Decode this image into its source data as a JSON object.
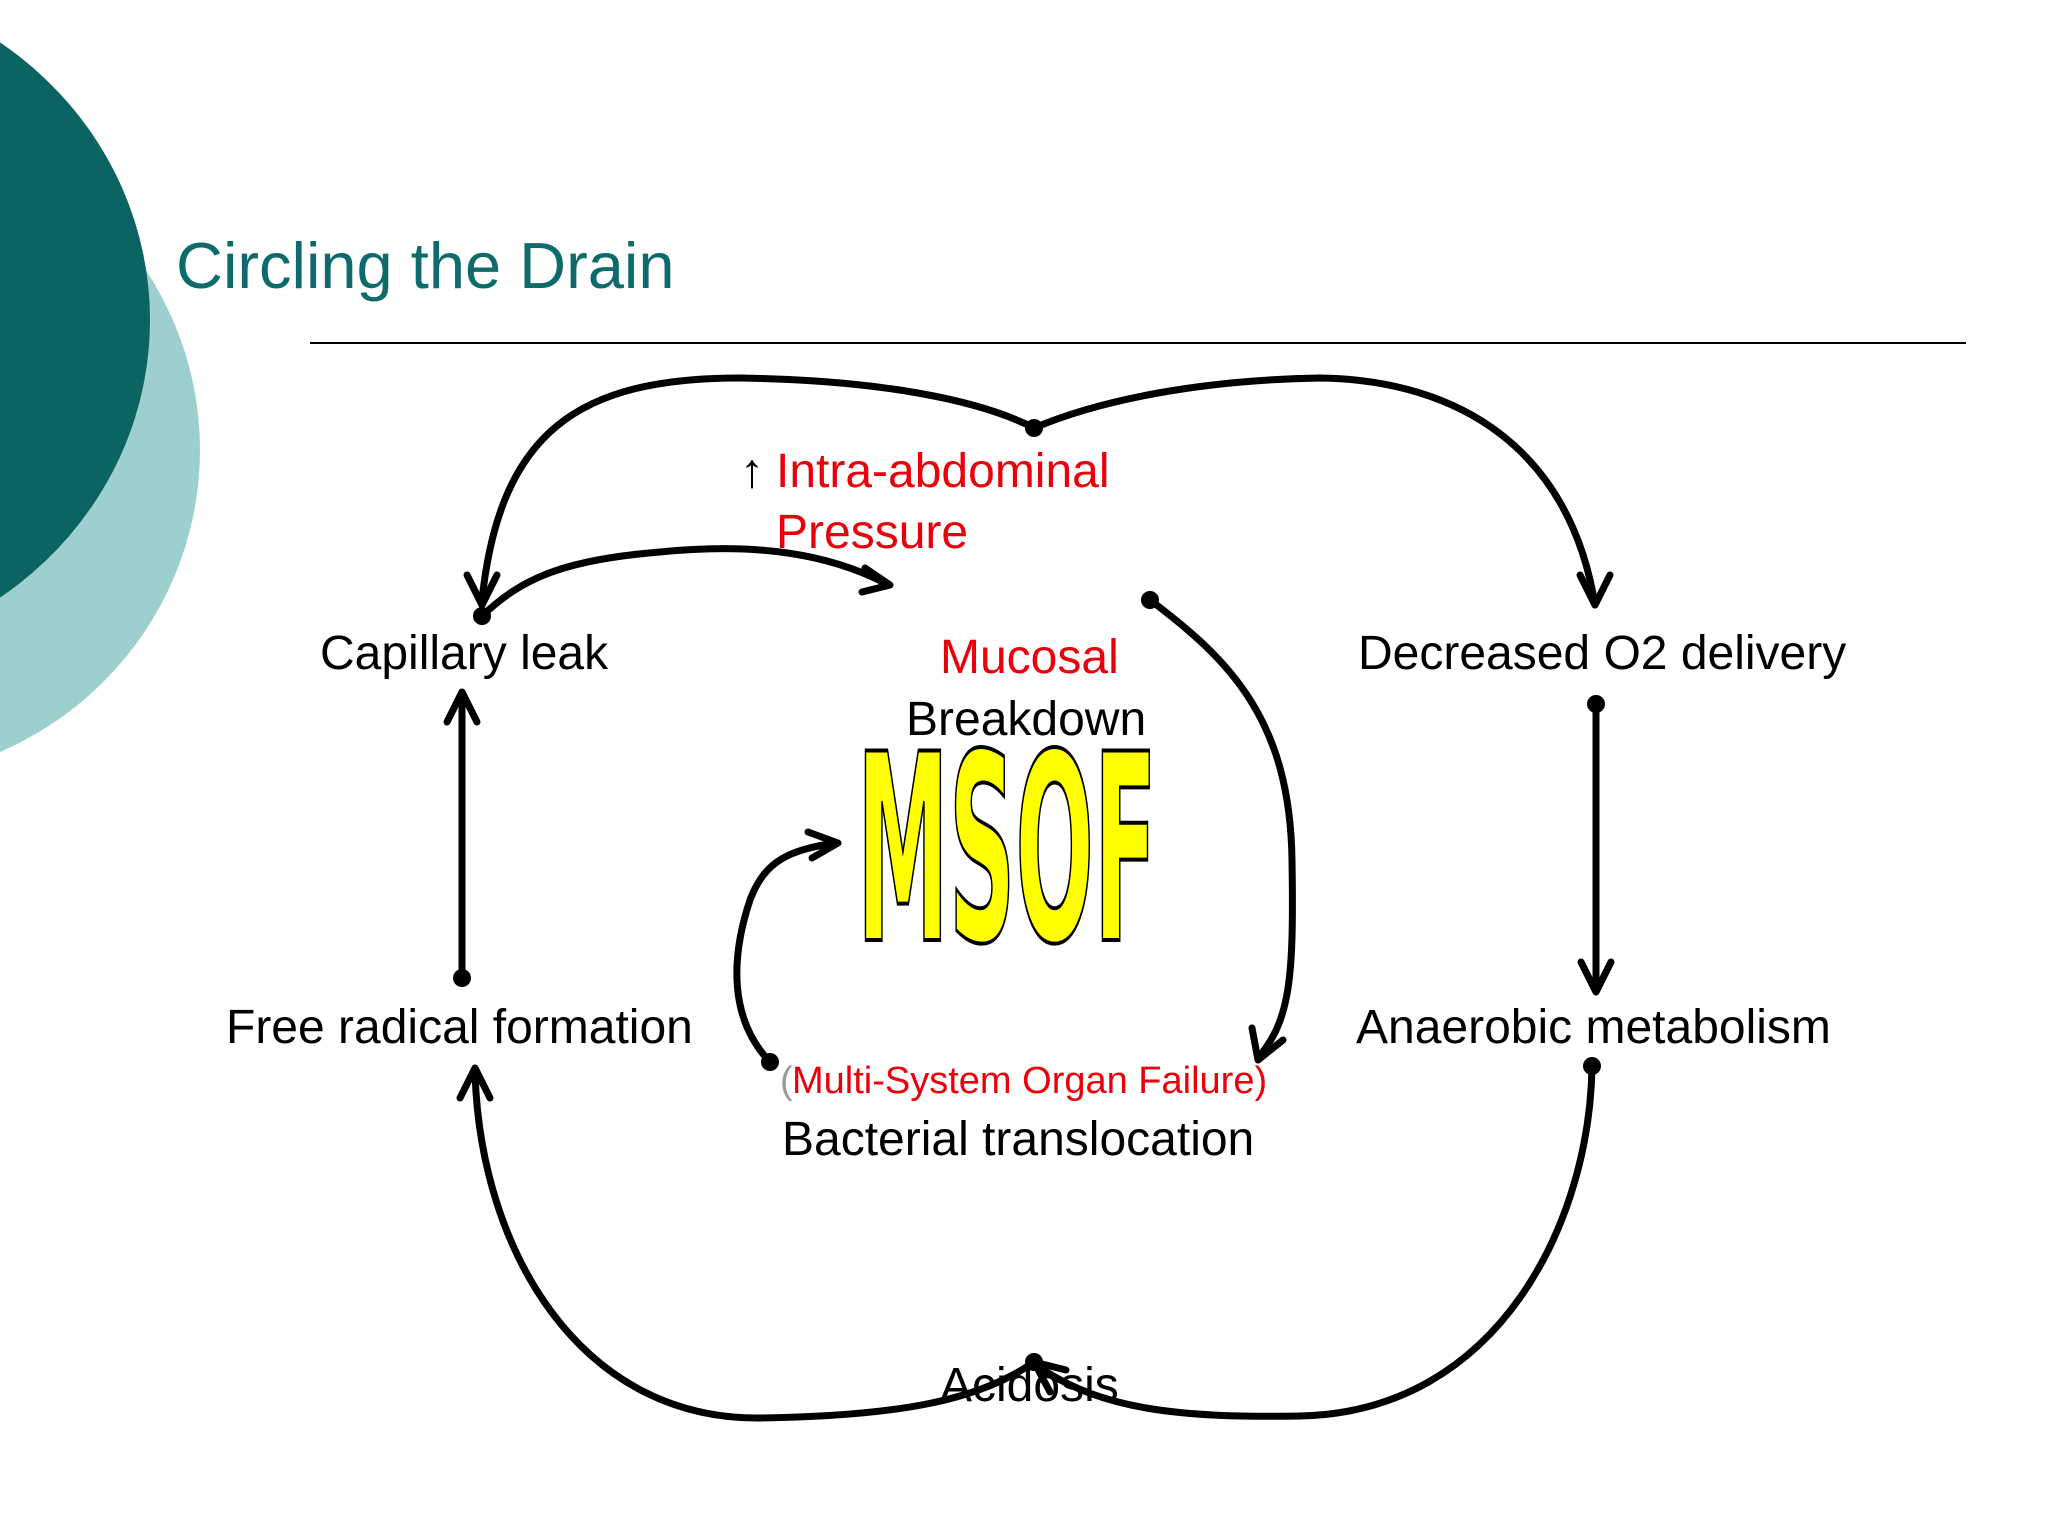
{
  "slide": {
    "title": "Circling the Drain",
    "colors": {
      "title": "#0f6b6b",
      "accent_dark": "#0c6462",
      "accent_light": "#9ecfcf",
      "red": "#e8000b",
      "msof_fill": "#ffff00"
    }
  },
  "diagram": {
    "nodes": {
      "intra_abdominal_arrow": "↑",
      "intra_abdominal_line1": "Intra-abdominal",
      "intra_abdominal_line2": "Pressure",
      "capillary_leak": "Capillary leak",
      "mucosal": "Mucosal",
      "breakdown": "Breakdown",
      "decreased_o2": "Decreased O2 delivery",
      "free_radical": "Free radical formation",
      "anaerobic": "Anaerobic metabolism",
      "msof_paren_open": "(",
      "msof_full": "Multi-System Organ Failure)",
      "bacterial": "Bacterial translocation",
      "acidosis": "Acidosis"
    },
    "msof_logo": "MSOF",
    "icons": {
      "up_arrow": "up-arrow-icon"
    }
  }
}
